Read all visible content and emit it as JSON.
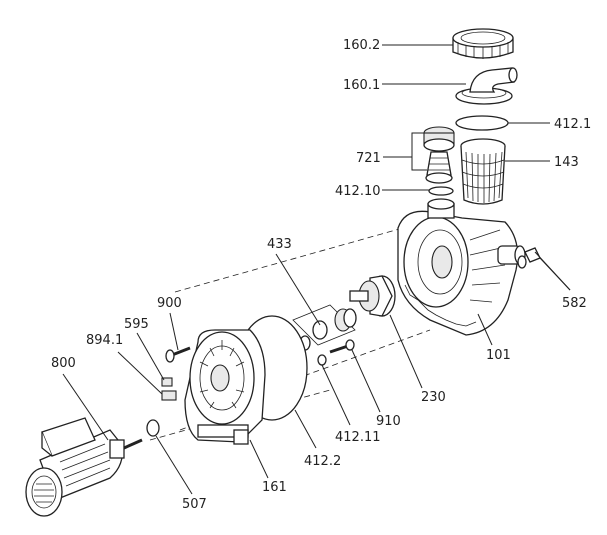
{
  "labels": {
    "p160_2": "160.2",
    "p160_1": "160.1",
    "p412_1": "412.1",
    "p721": "721",
    "p143": "143",
    "p412_10": "412.10",
    "p433": "433",
    "p900": "900",
    "p595": "595",
    "p894_1": "894.1",
    "p800": "800",
    "p582": "582",
    "p101": "101",
    "p230": "230",
    "p910": "910",
    "p412_11": "412.11",
    "p412_2": "412.2",
    "p161": "161",
    "p507": "507"
  }
}
